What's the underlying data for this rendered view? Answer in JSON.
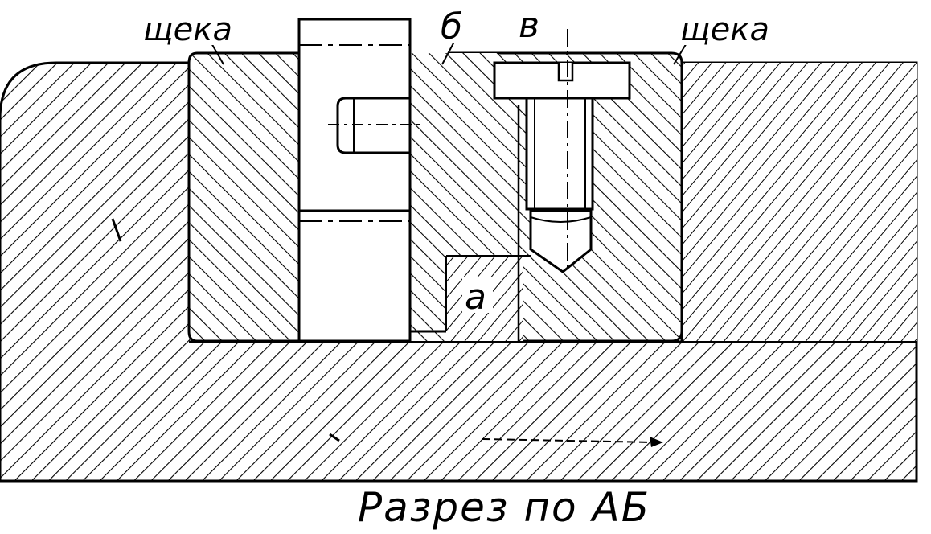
{
  "labels": {
    "cheek_left": "щека",
    "cheek_right": "щека",
    "b": "б",
    "v": "в",
    "a": "а"
  },
  "caption": "Разрез по АБ",
  "colors": {
    "ink": "#000000",
    "paper": "#ffffff"
  }
}
